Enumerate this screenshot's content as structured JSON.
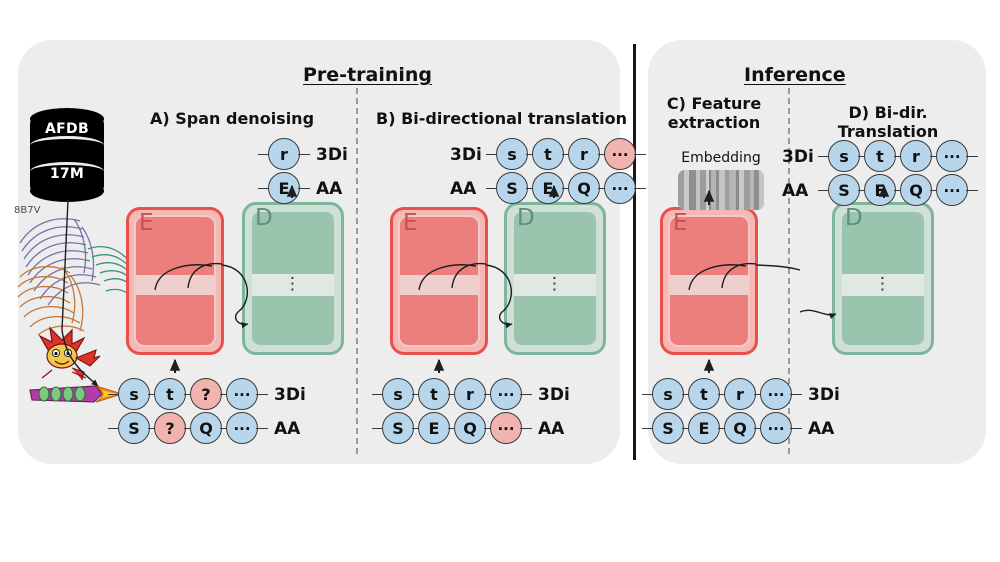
{
  "panels": {
    "pretraining": {
      "title": "Pre-training"
    },
    "inference": {
      "title": "Inference"
    }
  },
  "sections": {
    "a": {
      "heading": "A) Span denoising"
    },
    "b": {
      "heading": "B) Bi-directional translation"
    },
    "c": {
      "heading": "C) Feature\nextraction",
      "embedding_label": "Embedding"
    },
    "d": {
      "heading": "D) Bi-dir.\nTranslation"
    }
  },
  "database": {
    "name": "AFDB",
    "size": "17M"
  },
  "structure": {
    "pdb_id": "8B7V"
  },
  "blocks": {
    "encoder_letter": "E",
    "decoder_letter": "D",
    "ellipsis": "⋮"
  },
  "labels": {
    "threedi": "3Di",
    "aa": "AA"
  },
  "tokens": {
    "a_output_3di": [
      "r"
    ],
    "a_output_aa": [
      "E"
    ],
    "a_input_3di": [
      "s",
      "t",
      "?",
      "..."
    ],
    "a_input_aa": [
      "S",
      "?",
      "Q",
      "..."
    ],
    "a_input_3di_colors": [
      "blue",
      "blue",
      "red",
      "blue"
    ],
    "a_input_aa_colors": [
      "blue",
      "red",
      "blue",
      "blue"
    ],
    "b_output_3di": [
      "s",
      "t",
      "r",
      "..."
    ],
    "b_output_aa": [
      "S",
      "E",
      "Q",
      "..."
    ],
    "b_input_3di": [
      "s",
      "t",
      "r",
      "..."
    ],
    "b_input_aa": [
      "S",
      "E",
      "Q",
      "..."
    ],
    "c_input_3di": [
      "s",
      "t",
      "r",
      "..."
    ],
    "c_input_aa": [
      "S",
      "E",
      "Q",
      "..."
    ],
    "d_output_3di": [
      "s",
      "t",
      "r",
      "..."
    ],
    "d_output_aa": [
      "S",
      "E",
      "Q",
      "..."
    ]
  },
  "colors": {
    "panel_bg": "#ededed",
    "encoder_fill": "#ec7f7c",
    "encoder_border": "#e8504c",
    "decoder_fill": "#9ac4ae",
    "decoder_border": "#7fb69b",
    "token_blue": "#b7d6ec",
    "token_red": "#f0b3ae",
    "token_green": "#c7e3c2",
    "database": "#000000"
  }
}
